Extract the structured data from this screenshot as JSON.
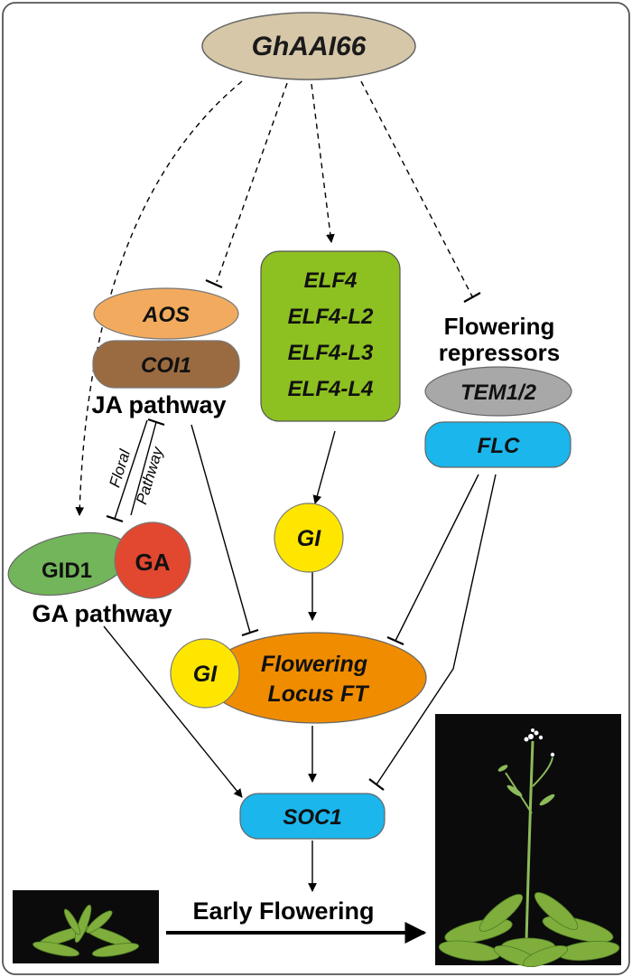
{
  "colors": {
    "frame": "#555555",
    "root_fill": "#d6c7a8",
    "aos_fill": "#f2ab5e",
    "coi1_fill": "#9a6b41",
    "elf_fill": "#8dc021",
    "tem_fill": "#a8a8a8",
    "flc_fill": "#1ab6ec",
    "gi_fill": "#ffe600",
    "ft_fill": "#f08c00",
    "gid1_fill": "#72b55a",
    "ga_fill": "#e2472f",
    "soc1_fill": "#1ab6ec",
    "photo_bg": "#0b0b0b"
  },
  "root": {
    "label": "GhAAI66"
  },
  "ja": {
    "aos": "AOS",
    "coi1": "COI1",
    "label": "JA pathway"
  },
  "elf": {
    "lines": [
      "ELF4",
      "ELF4-L2",
      "ELF4-L3",
      "ELF4-L4"
    ]
  },
  "repressors": {
    "label_line1": "Flowering",
    "label_line2": "repressors",
    "tem": "TEM1/2",
    "flc": "FLC"
  },
  "gi": {
    "label": "GI"
  },
  "ga": {
    "gid1": "GID1",
    "ga": "GA",
    "label": "GA pathway"
  },
  "crosstalk": {
    "label1": "Floral",
    "label2": "Pathway"
  },
  "ft": {
    "gi": "GI",
    "line1": "Flowering",
    "line2": "Locus FT"
  },
  "soc1": {
    "label": "SOC1"
  },
  "outcome": {
    "label": "Early Flowering"
  },
  "photos": {
    "before": "small rosette plant",
    "after": "flowering plant with bolted stem"
  }
}
